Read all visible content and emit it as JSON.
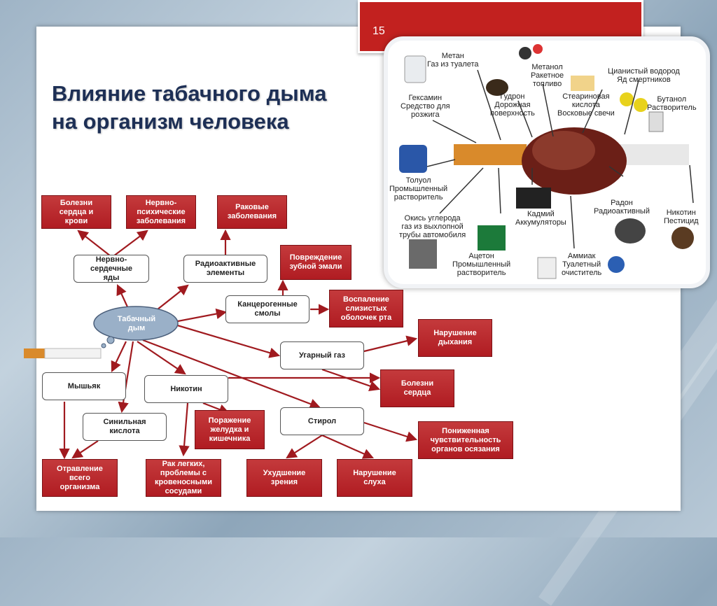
{
  "slide_number": "15",
  "title_line1": "Влияние табачного дыма",
  "title_line2": "на организм человека",
  "photo_labels": {
    "metan": "Метан\nГаз из туалета",
    "metanol": "Метанол\nРакетное\nтопливо",
    "cyan": "Цианистый водород\nЯд смертников",
    "geksamin": "Гексамин\nСредство для\nрозжига",
    "gudron": "Гудрон\nДорожная\nповерхность",
    "stearin": "Стеариновая\nкислота\nВосковые свечи",
    "butanol": "Бутанол\nРастворитель",
    "toluol": "Толуол\nПромышленный\nрастворитель",
    "kadmiy": "Кадмий\nАккумуляторы",
    "radon": "Радон\nРадиоактивный",
    "nikotin_p": "Никотин\nПестицид",
    "okis": "Окись углерода\nгаз из выхлопной\nтрубы автомобиля",
    "aceton": "Ацетон\nПромышленный\nрастворитель",
    "ammiak": "Аммиак\nТуалетный\nочиститель"
  },
  "nodes": {
    "smoke": "Табачный\nдым",
    "heart_diseases": "Болезни\nсердца и\nкрови",
    "nervous_diseases": "Нервно-\nпсихические\nзаболевания",
    "cancer": "Раковые\nзаболевания",
    "nerve_poisons": "Нервно-\nсердечные\nяды",
    "radioactive": "Радиоактивные\nэлементы",
    "enamel": "Повреждение\nзубной эмали",
    "resins": "Канцерогенные\nсмолы",
    "mucosa": "Воспаление\nслизистых\nоболочек рта",
    "breathing": "Нарушение\nдыхания",
    "co": "Угарный газ",
    "arsenic": "Мышьяк",
    "nicotine": "Никотин",
    "heart": "Болезни\nсердца",
    "hcn": "Синильная\nкислота",
    "stomach": "Поражение\nжелудка и\nкишечника",
    "styrene": "Стирол",
    "smell": "Пониженная\nчувствительность\nорганов осязания",
    "poisoning": "Отравление\nвсего\nорганизма",
    "lungs": "Рак легких,\nпроблемы с\nкровеносными\nсосудами",
    "vision": "Ухудшение\nзрения",
    "hearing": "Нарушение\nслуха"
  },
  "colors": {
    "accent_red": "#c2211f",
    "node_red": "#c8232c",
    "title": "#1d2f55",
    "arrow": "#a01a1f"
  }
}
